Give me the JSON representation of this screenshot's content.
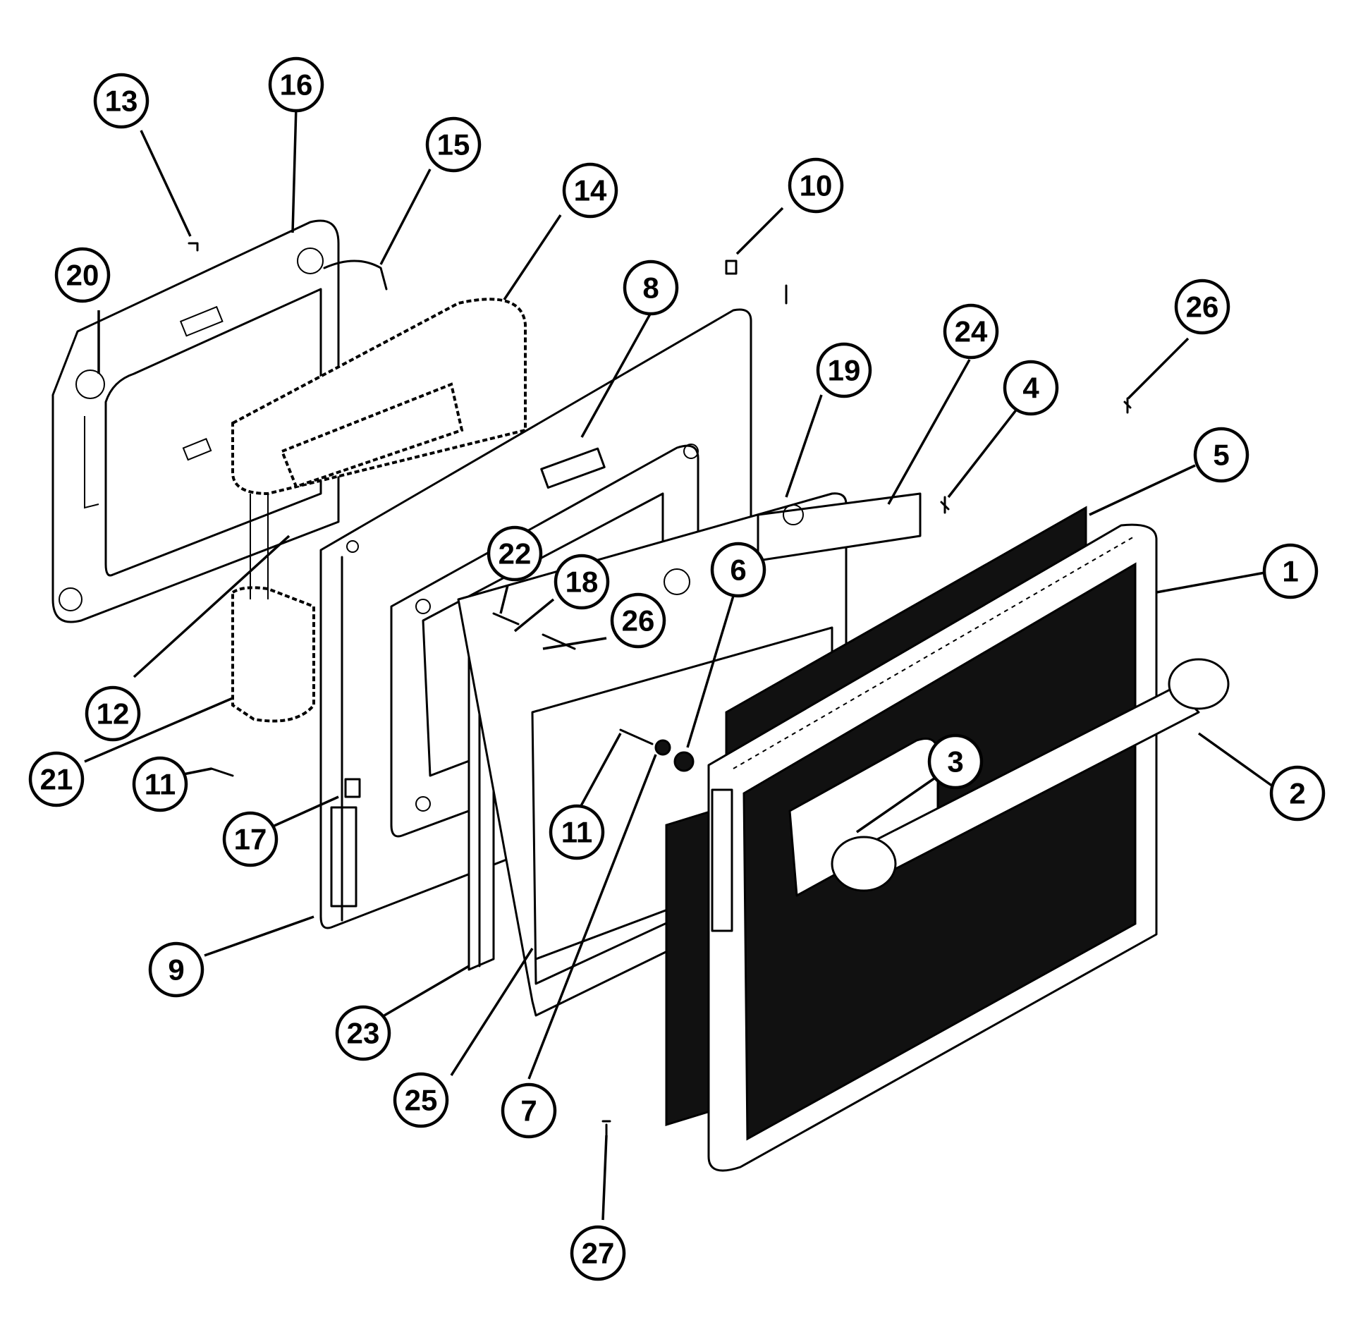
{
  "callouts": [
    {
      "id": "c1",
      "label": "1"
    },
    {
      "id": "c2",
      "label": "2"
    },
    {
      "id": "c3",
      "label": "3"
    },
    {
      "id": "c4",
      "label": "4"
    },
    {
      "id": "c5",
      "label": "5"
    },
    {
      "id": "c6",
      "label": "6"
    },
    {
      "id": "c7",
      "label": "7"
    },
    {
      "id": "c8",
      "label": "8"
    },
    {
      "id": "c9",
      "label": "9"
    },
    {
      "id": "c10",
      "label": "10"
    },
    {
      "id": "c11a",
      "label": "11"
    },
    {
      "id": "c11b",
      "label": "11"
    },
    {
      "id": "c12",
      "label": "12"
    },
    {
      "id": "c13",
      "label": "13"
    },
    {
      "id": "c14",
      "label": "14"
    },
    {
      "id": "c15",
      "label": "15"
    },
    {
      "id": "c16",
      "label": "16"
    },
    {
      "id": "c17",
      "label": "17"
    },
    {
      "id": "c18",
      "label": "18"
    },
    {
      "id": "c19",
      "label": "19"
    },
    {
      "id": "c20",
      "label": "20"
    },
    {
      "id": "c21",
      "label": "21"
    },
    {
      "id": "c22",
      "label": "22"
    },
    {
      "id": "c23",
      "label": "23"
    },
    {
      "id": "c24",
      "label": "24"
    },
    {
      "id": "c25",
      "label": "25"
    },
    {
      "id": "c26a",
      "label": "26"
    },
    {
      "id": "c26b",
      "label": "26"
    },
    {
      "id": "c27",
      "label": "27"
    }
  ]
}
